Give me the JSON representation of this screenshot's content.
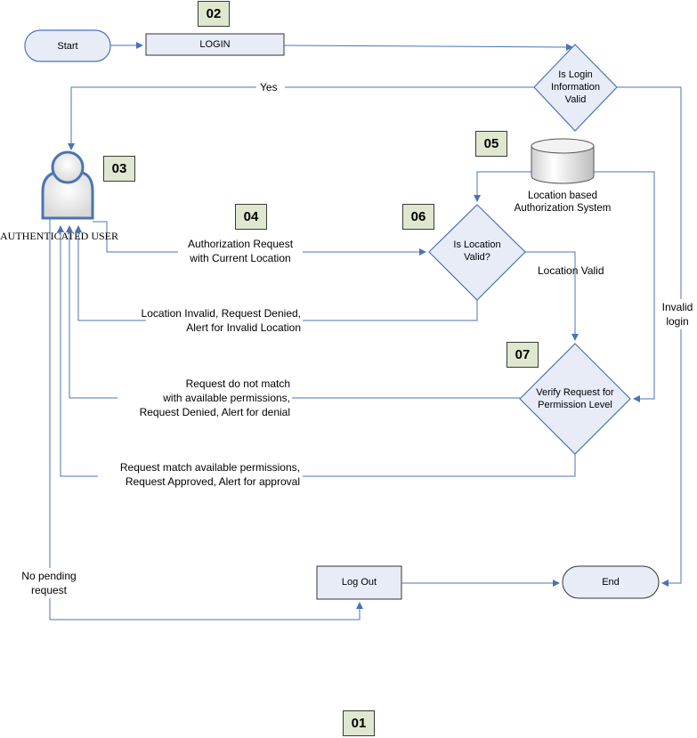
{
  "badges": {
    "b01": "01",
    "b02": "02",
    "b03": "03",
    "b04": "04",
    "b05": "05",
    "b06": "06",
    "b07": "07"
  },
  "nodes": {
    "start": "Start",
    "login": "LOGIN",
    "login_valid_line1": "Is Login",
    "login_valid_line2": "Information",
    "login_valid_line3": "Valid",
    "user": "AUTHENTICATED USER",
    "db_line1": "Location based",
    "db_line2": "Authorization System",
    "location_valid_line1": "Is Location",
    "location_valid_line2": "Valid?",
    "verify_line1": "Verify Request for",
    "verify_line2": "Permission Level",
    "logout": "Log Out",
    "end": "End"
  },
  "edges": {
    "yes": "Yes",
    "invalid_login_line1": "Invalid",
    "invalid_login_line2": "login",
    "auth_request_line1": "Authorization Request",
    "auth_request_line2": "with Current Location",
    "location_valid": "Location Valid",
    "location_invalid_line1": "Location Invalid, Request Denied,",
    "location_invalid_line2": "Alert for Invalid Location",
    "no_match_line1": "Request do not match",
    "no_match_line2": "with available permissions,",
    "no_match_line3": "Request Denied, Alert for denial",
    "match_line1": "Request match available permissions,",
    "match_line2": "Request Approved, Alert for approval",
    "no_pending_line1": "No pending",
    "no_pending_line2": "request"
  },
  "colors": {
    "line": "#4a74b3",
    "node_fill": "#e7ecf7",
    "node_stroke": "#4a74b3",
    "badge_fill": "#dfe8cf"
  }
}
